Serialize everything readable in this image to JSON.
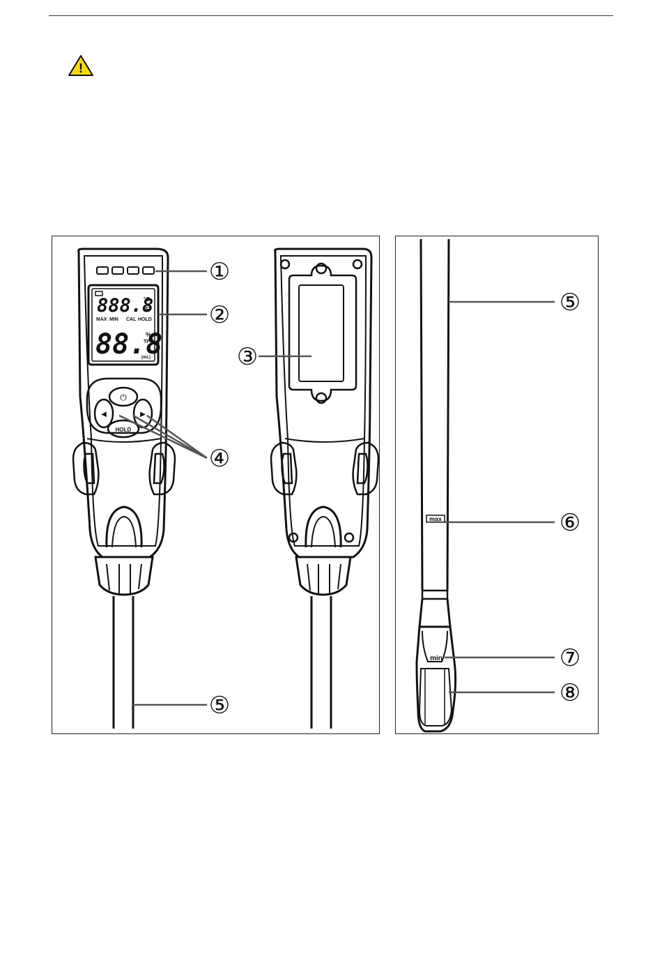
{
  "warning": {
    "icon": "warning-triangle-icon",
    "glyph": "!"
  },
  "front_view": {
    "lcd": {
      "top_digits": "888.8",
      "unit_c": "°C",
      "unit_f": "°F",
      "mode_max": "MAX",
      "mode_min": "MIN",
      "mode_cal": "CAL",
      "mode_hold": "HOLD",
      "bottom_digits": "88.8",
      "unit_percent": "%",
      "unit_tpm": "TPM",
      "unit_ml": "(mL)"
    },
    "buttons": {
      "power_glyph": "⏻",
      "left_glyph": "◀",
      "right_glyph": "▶",
      "hold_label": "HOLD"
    }
  },
  "callouts": {
    "c1": "①",
    "c2": "②",
    "c3": "③",
    "c4": "④",
    "c5_left": "⑤",
    "c5_right": "⑤",
    "c6": "⑥",
    "c7": "⑦",
    "c8": "⑧"
  },
  "probe": {
    "max_mark": "max",
    "min_mark": "min"
  },
  "colors": {
    "outline": "#111111",
    "callout_line": "#555555",
    "background": "#ffffff"
  }
}
